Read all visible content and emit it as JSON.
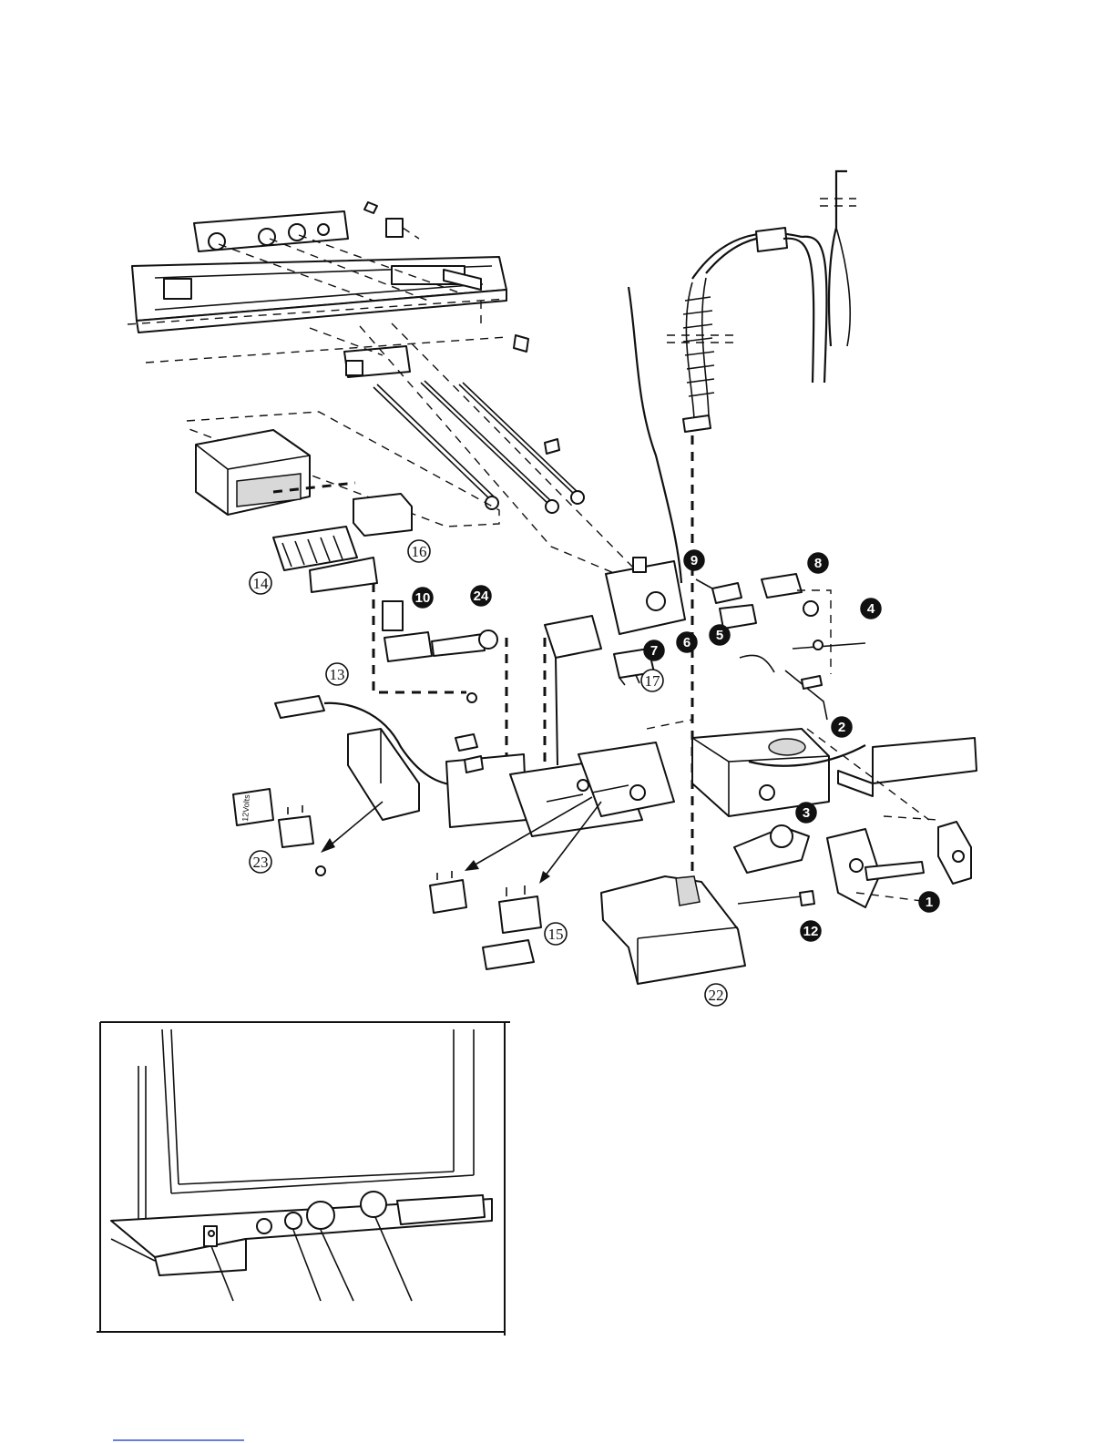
{
  "callouts": [
    {
      "label": "1",
      "style": "filled"
    },
    {
      "label": "2",
      "style": "filled"
    },
    {
      "label": "3",
      "style": "filled"
    },
    {
      "label": "4",
      "style": "filled"
    },
    {
      "label": "5",
      "style": "filled"
    },
    {
      "label": "6",
      "style": "filled"
    },
    {
      "label": "7",
      "style": "filled"
    },
    {
      "label": "8",
      "style": "filled"
    },
    {
      "label": "9",
      "style": "filled"
    },
    {
      "label": "10",
      "style": "filled"
    },
    {
      "label": "12",
      "style": "filled"
    },
    {
      "label": "13",
      "style": "outline"
    },
    {
      "label": "14",
      "style": "outline"
    },
    {
      "label": "15",
      "style": "outline"
    },
    {
      "label": "16",
      "style": "outline"
    },
    {
      "label": "17",
      "style": "outline"
    },
    {
      "label": "22",
      "style": "outline"
    },
    {
      "label": "23",
      "style": "outline"
    },
    {
      "label": "24",
      "style": "filled"
    }
  ],
  "part_markings": {
    "transformer_label": "12Volts"
  }
}
